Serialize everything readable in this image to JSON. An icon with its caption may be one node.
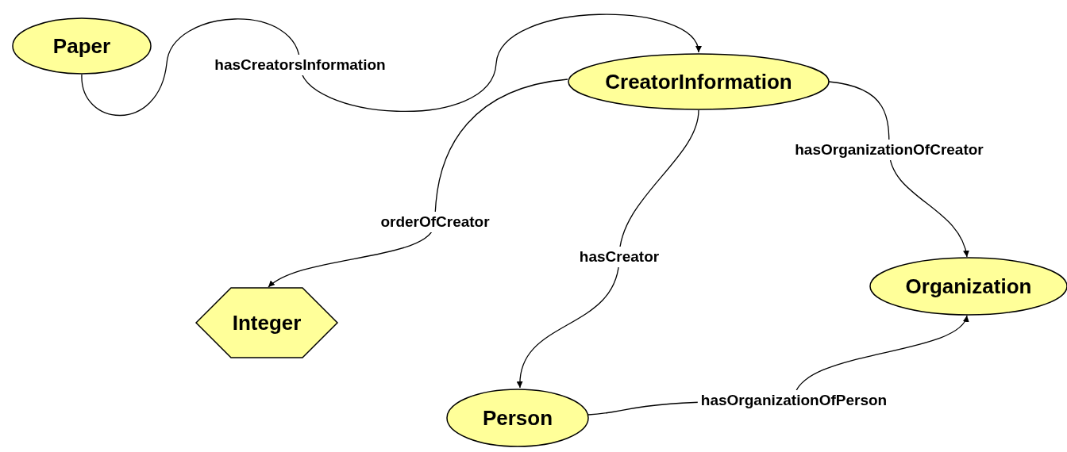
{
  "diagram": {
    "nodes": [
      {
        "text": [
          "Paper"
        ]
      },
      {
        "text": [
          "CreatorInformation"
        ]
      },
      {
        "text": [
          "Integer"
        ]
      },
      {
        "text": [
          "Organization"
        ]
      },
      {
        "text": [
          "Person"
        ]
      }
    ],
    "edges": [
      {
        "from": 0,
        "to": 1,
        "arrow": "to",
        "label": "hasCreatorsInformation"
      },
      {
        "from": 1,
        "to": 2,
        "arrow": "to",
        "label": "orderOfCreator"
      },
      {
        "from": 1,
        "to": 4,
        "arrow": "to",
        "label": "hasCreator"
      },
      {
        "from": 1,
        "to": 3,
        "arrow": "to",
        "label": "hasOrganizationOfCreator"
      },
      {
        "from": 4,
        "to": 3,
        "arrow": "to",
        "label": "hasOrganizationOfPerson"
      }
    ]
  }
}
